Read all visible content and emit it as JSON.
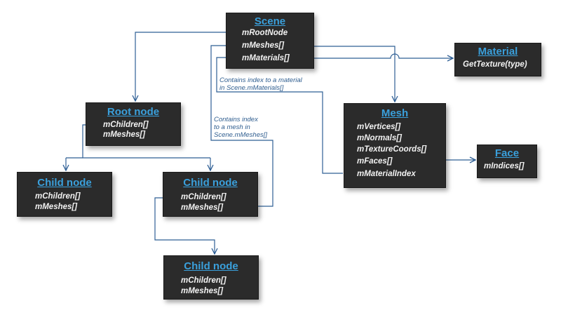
{
  "nodes": {
    "scene": {
      "title": "Scene",
      "fields": [
        "mRootNode",
        "mMeshes[]",
        "mMaterials[]"
      ]
    },
    "material": {
      "title": "Material",
      "fields": [
        "GetTexture(type)"
      ]
    },
    "root": {
      "title": "Root node",
      "fields": [
        "mChildren[]",
        "mMeshes[]"
      ]
    },
    "mesh": {
      "title": "Mesh",
      "fields": [
        "mVertices[]",
        "mNormals[]",
        "mTextureCoords[]",
        "mFaces[]",
        "mMaterialIndex"
      ]
    },
    "face": {
      "title": "Face",
      "fields": [
        "mIndices[]"
      ]
    },
    "child1": {
      "title": "Child node",
      "fields": [
        "mChildren[]",
        "mMeshes[]"
      ]
    },
    "child2": {
      "title": "Child node",
      "fields": [
        "mChildren[]",
        "mMeshes[]"
      ]
    },
    "child3": {
      "title": "Child node",
      "fields": [
        "mChildren[]",
        "mMeshes[]"
      ]
    }
  },
  "notes": {
    "material_index": [
      "Contains index to a material",
      "in Scene.mMaterials[]"
    ],
    "mesh_index": [
      "Contains index",
      "to a mesh in",
      "Scene.mMeshes[]"
    ]
  }
}
